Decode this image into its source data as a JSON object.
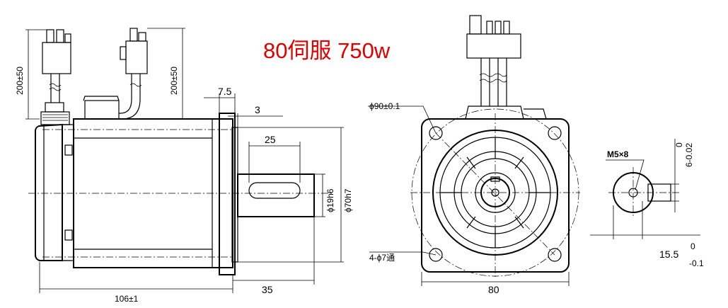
{
  "title": "80伺服  750w",
  "side_view": {
    "cable_length_left": "200±50",
    "cable_length_right": "200±50",
    "flange_thickness": "7.5",
    "spigot_height": "3",
    "keyway_length": "25",
    "shaft_diameter": "ϕ19h6",
    "spigot_diameter": "ϕ70h7",
    "body_length": "106±1",
    "shaft_length": "35"
  },
  "front_view": {
    "pitch_circle": "ϕ90±0.1",
    "mount_holes": "4-ϕ7通",
    "flange_width": "80"
  },
  "shaft_detail": {
    "tapped_hole": "M5×8",
    "key_tol_upper": "0",
    "key_tol_lower": "6-0.02",
    "height_main": "15.5",
    "height_tol_upper": "0",
    "height_tol_lower": "-0.1"
  }
}
